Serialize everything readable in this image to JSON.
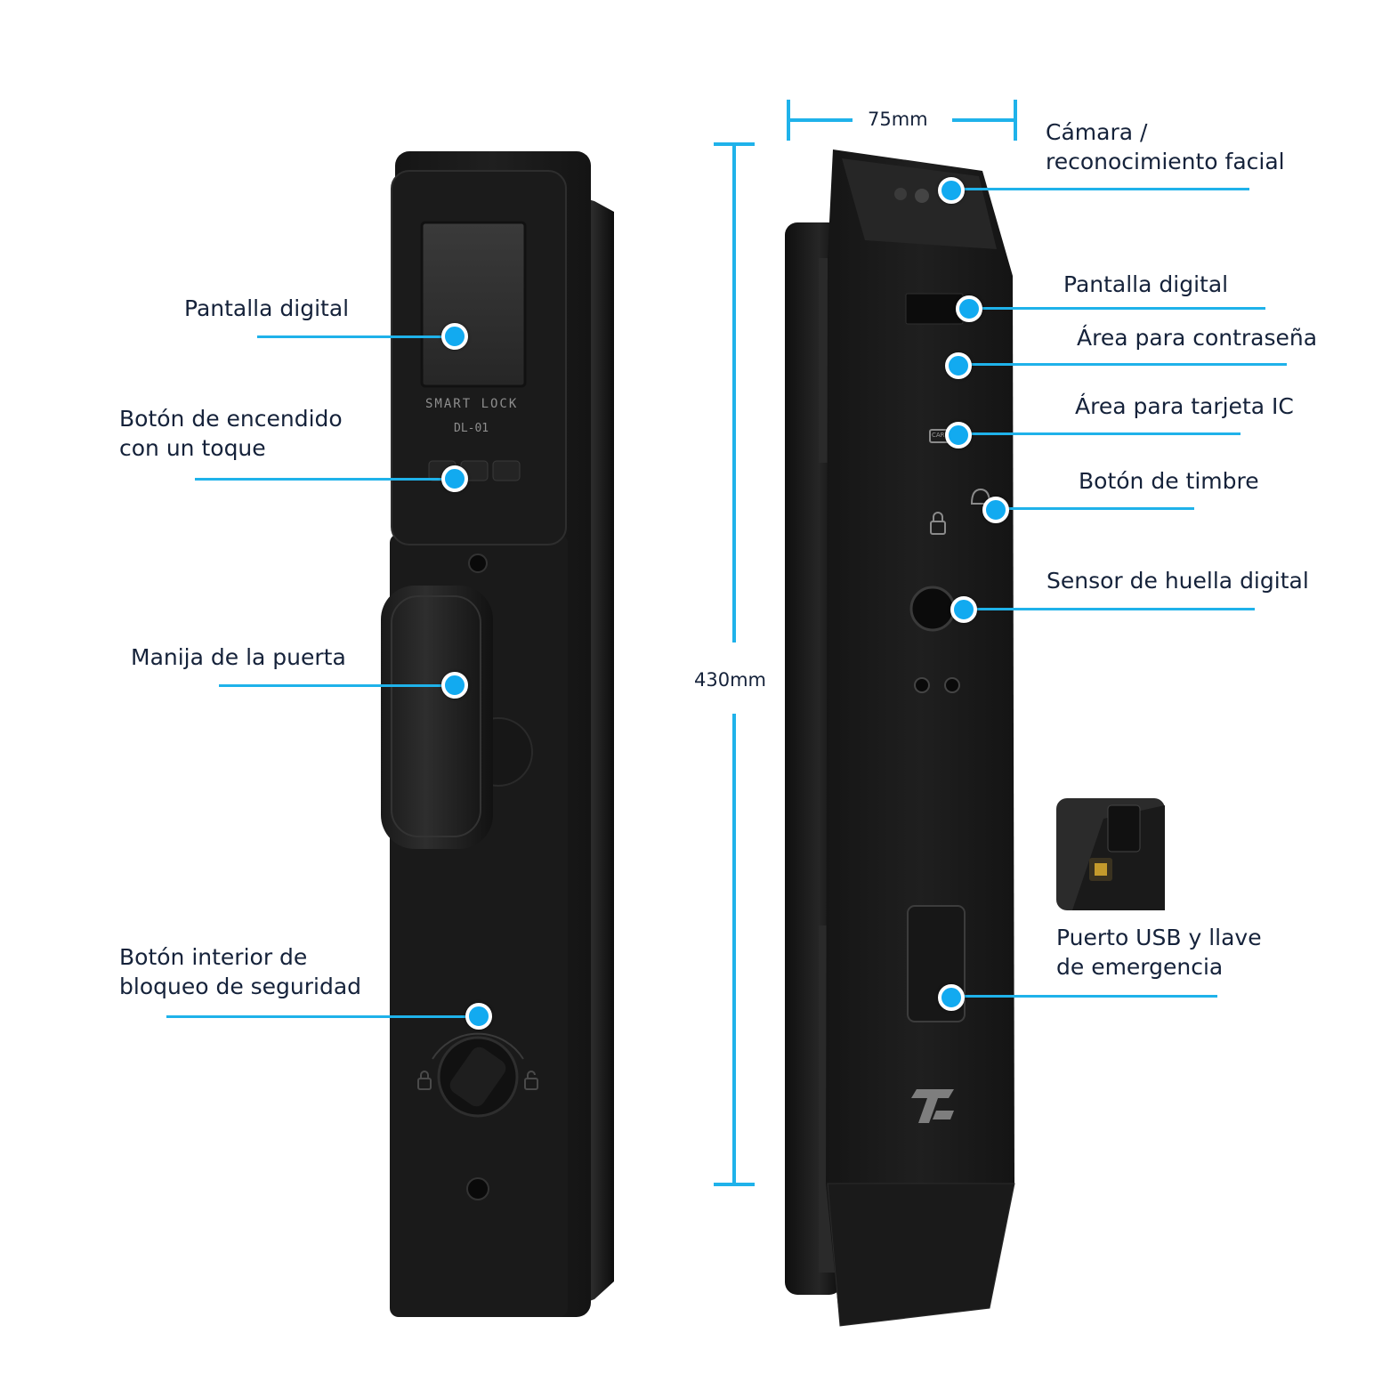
{
  "labels": {
    "left_screen": "Pantalla digital",
    "left_power_1": "Botón de encendido",
    "left_power_2": "con un toque",
    "left_handle": "Manija de la puerta",
    "left_safety_1": "Botón interior de",
    "left_safety_2": "bloqueo de seguridad",
    "right_camera_1": "Cámara /",
    "right_camera_2": "reconocimiento facial",
    "right_screen": "Pantalla digital",
    "right_password": "Área para contraseña",
    "right_card": "Área para tarjeta IC",
    "right_bell": "Botón de timbre",
    "right_fingerprint": "Sensor de huella digital",
    "right_usb_1": "Puerto USB y llave",
    "right_usb_2": "de emergencia"
  },
  "dimensions": {
    "width": "75mm",
    "height": "430mm"
  },
  "device": {
    "screen_brand": "SMART LOCK",
    "screen_model": "DL-01",
    "card_text": "CARD"
  },
  "colors": {
    "accent": "#1fb2ea",
    "text": "#15223a",
    "body": "#161616"
  }
}
